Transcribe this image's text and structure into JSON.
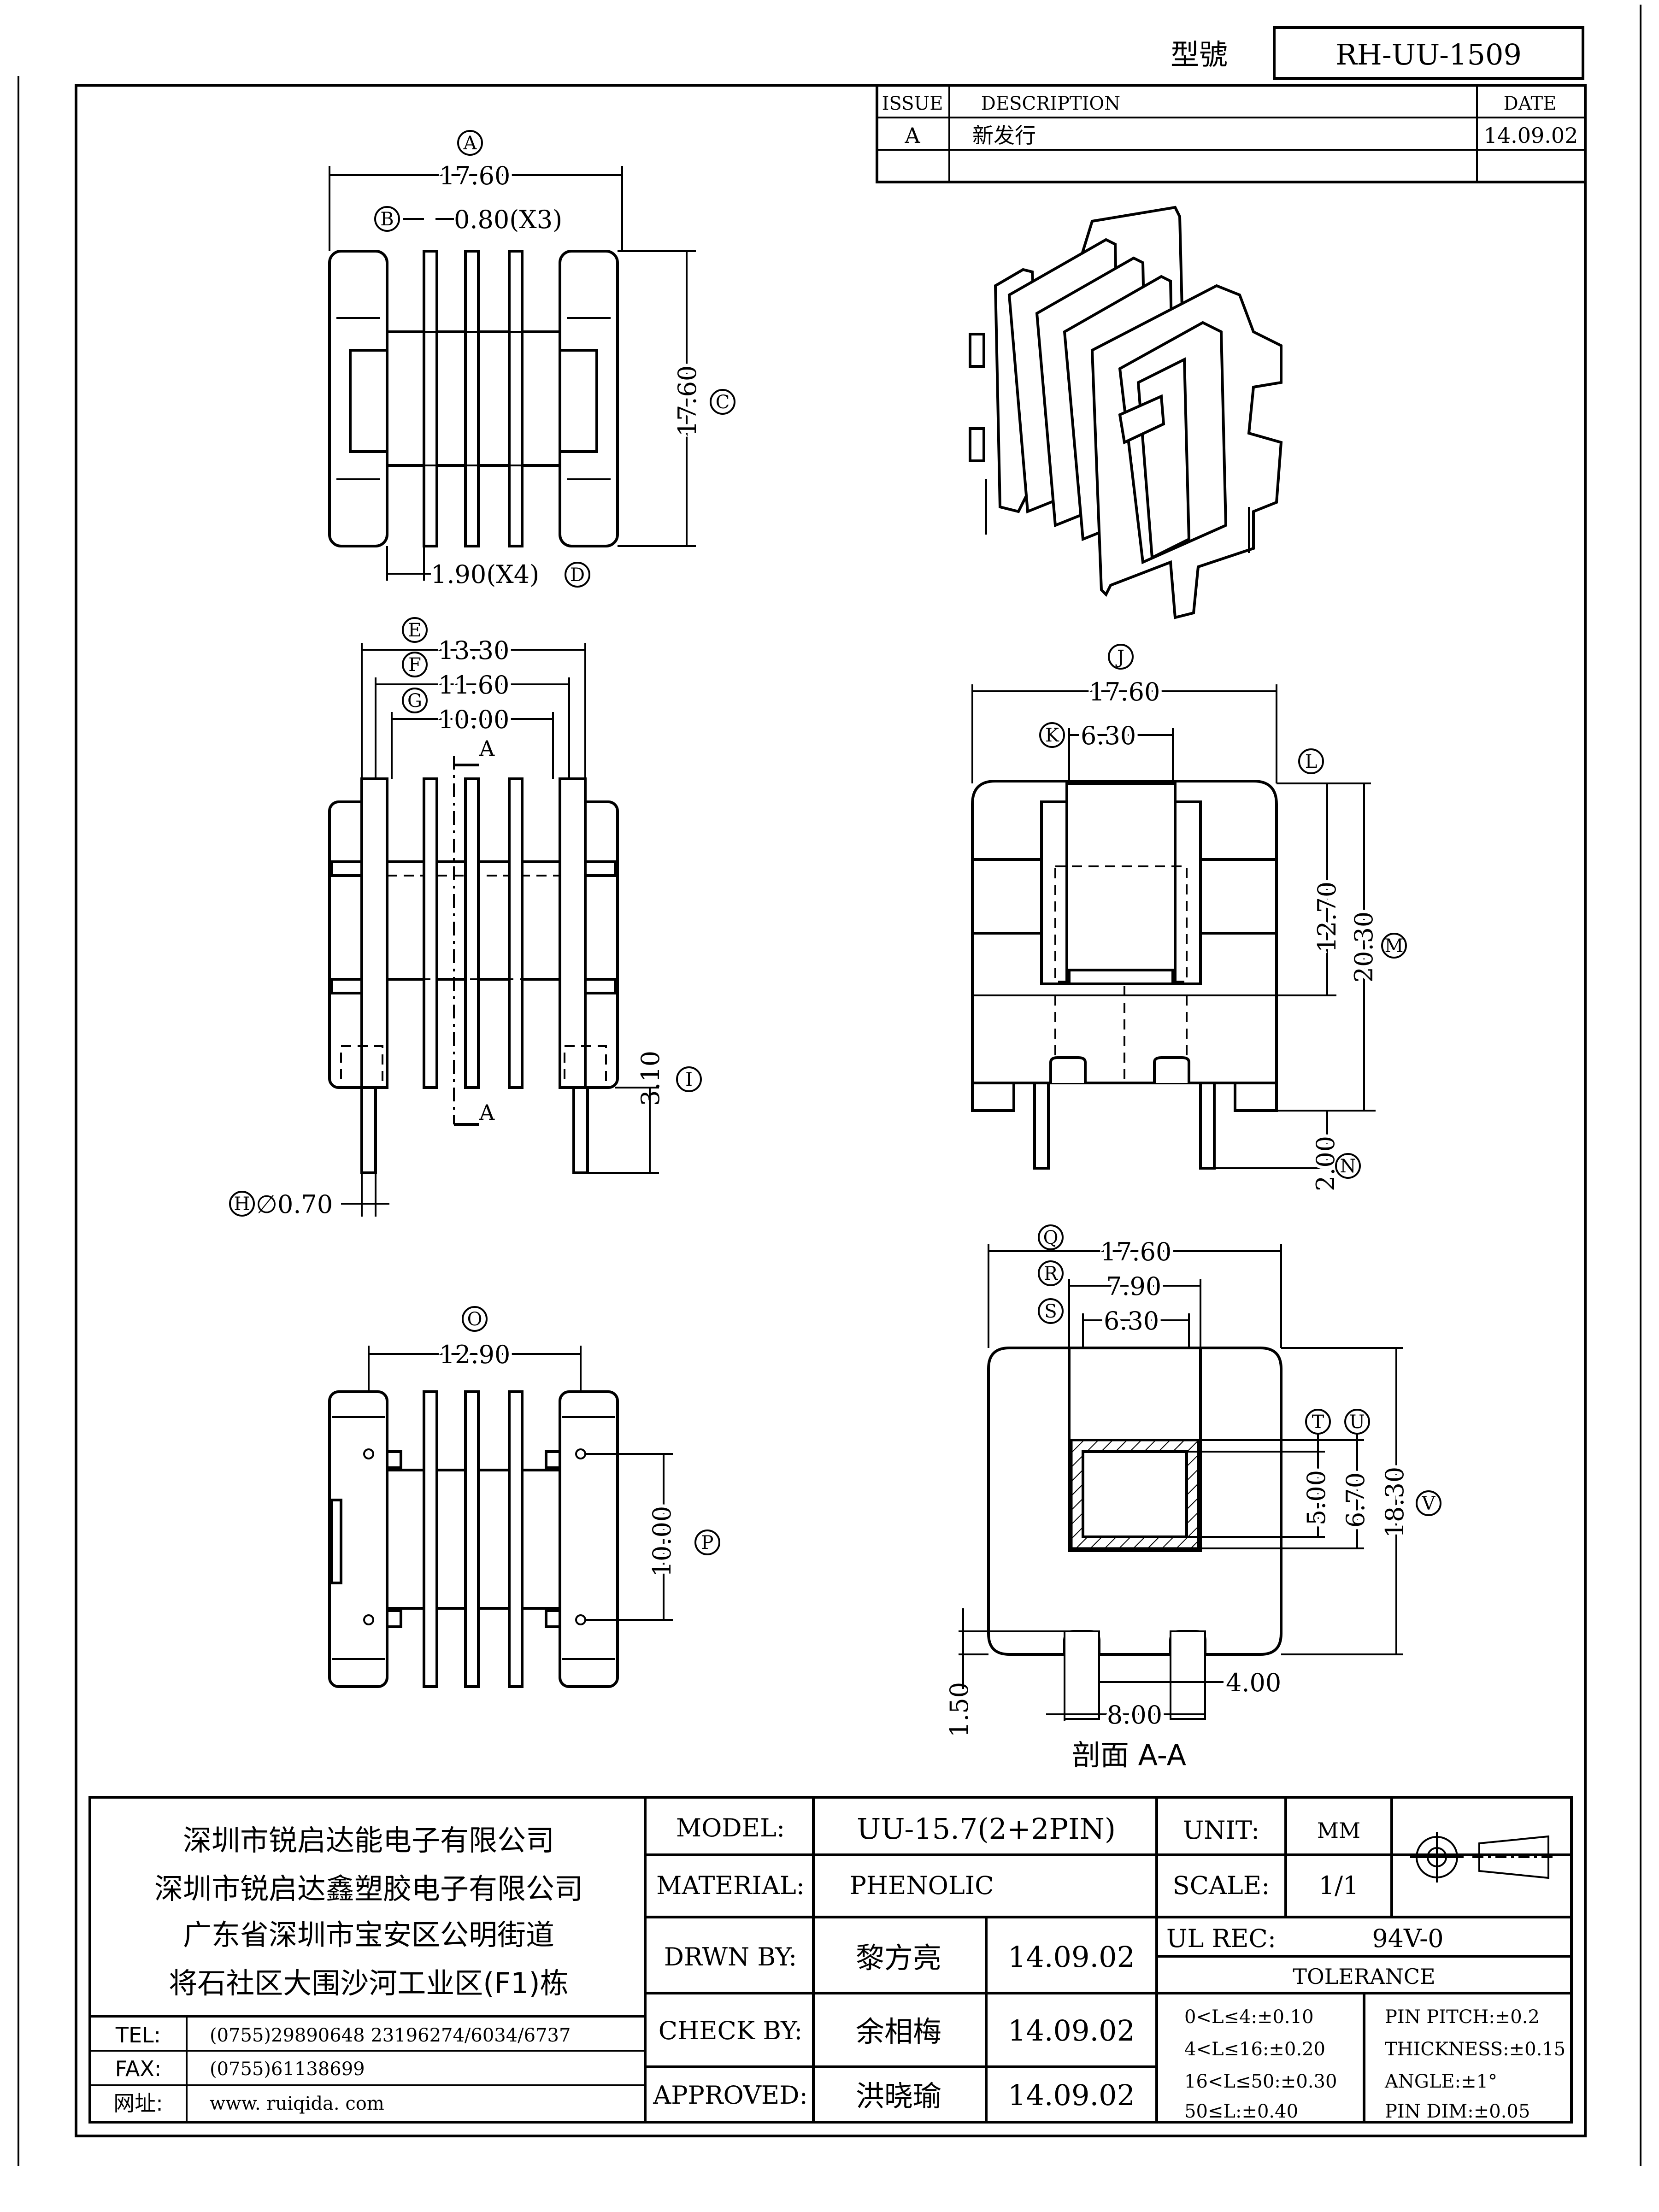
{
  "header": {
    "model_label": "型號",
    "model_number": "RH-UU-1509"
  },
  "revision_table": {
    "headers": [
      "ISSUE",
      "DESCRIPTION",
      "DATE"
    ],
    "rows": [
      {
        "issue": "A",
        "description": "新发行",
        "date": "14.09.02"
      }
    ]
  },
  "top_view": {
    "dims": [
      {
        "tag": "A",
        "value": "17.60"
      },
      {
        "tag": "B",
        "value": "0.80(X3)"
      },
      {
        "tag": "C",
        "value": "17.60"
      },
      {
        "tag": "D",
        "value": "1.90(X4)"
      }
    ]
  },
  "front_view": {
    "dims": [
      {
        "tag": "E",
        "value": "13.30"
      },
      {
        "tag": "F",
        "value": "11.60"
      },
      {
        "tag": "G",
        "value": "10.00"
      },
      {
        "tag": "H",
        "value": "∅0.70"
      },
      {
        "tag": "I",
        "value": "3.10"
      }
    ],
    "section_marks": [
      "A",
      "A"
    ]
  },
  "side_view": {
    "dims": [
      {
        "tag": "J",
        "value": "17.60"
      },
      {
        "tag": "K",
        "value": "6.30"
      },
      {
        "tag": "L",
        "value": "12.70"
      },
      {
        "tag": "M",
        "value": "20.30"
      },
      {
        "tag": "N",
        "value": "2.00"
      }
    ]
  },
  "bottom_view": {
    "dims": [
      {
        "tag": "O",
        "value": "12.90"
      },
      {
        "tag": "P",
        "value": "10.00"
      }
    ]
  },
  "section_view": {
    "title": "剖面 A-A",
    "dims": [
      {
        "tag": "Q",
        "value": "17.60"
      },
      {
        "tag": "R",
        "value": "7.90"
      },
      {
        "tag": "S",
        "value": "6.30"
      },
      {
        "tag": "T",
        "value": "5.00"
      },
      {
        "tag": "U",
        "value": "6.70"
      },
      {
        "tag": "V",
        "value": "18.30"
      },
      {
        "tag": "",
        "value": "4.00"
      },
      {
        "tag": "",
        "value": "8.00"
      },
      {
        "tag": "",
        "value": "1.50"
      }
    ]
  },
  "title_block": {
    "company_lines": [
      "深圳市锐启达能电子有限公司",
      "深圳市锐启达鑫塑胶电子有限公司",
      "广东省深圳市宝安区公明街道",
      "将石社区大围沙河工业区(F1)栋"
    ],
    "contacts": [
      {
        "label": "TEL:",
        "value": "(0755)29890648  23196274/6034/6737"
      },
      {
        "label": "FAX:",
        "value": "(0755)61138699"
      },
      {
        "label": "网址:",
        "value": "www. ruiqida. com"
      }
    ],
    "model_label": "MODEL:",
    "model_value": "UU-15.7(2+2PIN)",
    "material_label": "MATERIAL:",
    "material_value": "PHENOLIC",
    "unit_label": "UNIT:",
    "unit_value": "MM",
    "scale_label": "SCALE:",
    "scale_value": "1/1",
    "ul_label": "UL REC:",
    "ul_value": "94V-0",
    "tolerance_label": "TOLERANCE",
    "signoffs": [
      {
        "label": "DRWN BY:",
        "name": "黎方亮",
        "date": "14.09.02"
      },
      {
        "label": "CHECK BY:",
        "name": "余相梅",
        "date": "14.09.02"
      },
      {
        "label": "APPROVED:",
        "name": "洪晓瑜",
        "date": "14.09.02"
      }
    ],
    "tolerances_left": [
      "0<L≤4:±0.10",
      "4<L≤16:±0.20",
      "16<L≤50:±0.30",
      "50≤L:±0.40"
    ],
    "tolerances_right": [
      "PIN PITCH:±0.2",
      "THICKNESS:±0.15",
      "ANGLE:±1°",
      "PIN DIM:±0.05"
    ]
  }
}
